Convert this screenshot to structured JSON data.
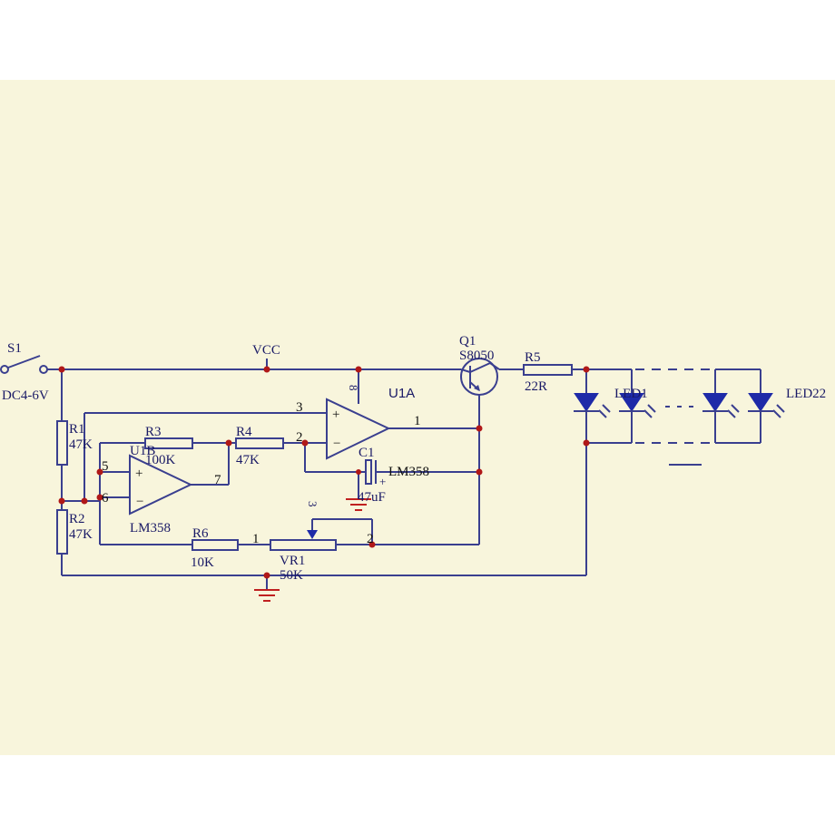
{
  "colors": {
    "background": "#ffffff",
    "panel": "#f8f5dc",
    "wire": "#3a3f8f",
    "junction": "#b01818",
    "ground": "#c02020",
    "led": "#1e2aa8",
    "text": "#1a1a66"
  },
  "labels": {
    "s1": "S1",
    "supply": "DC4-6V",
    "vcc": "VCC",
    "q1": "Q1",
    "q1_part": "S8050",
    "r5": "R5",
    "r5_value": "22R",
    "led1": "LED1",
    "led22": "LED22",
    "u1a": "U1A",
    "u1b": "U1B",
    "r1": "R1",
    "r1_value": "47K",
    "r2": "R2",
    "r2_value": "47K",
    "r3": "R3",
    "r3_value": "100K",
    "r4": "R4",
    "r4_value": "47K",
    "r6": "R6",
    "r6_value": "10K",
    "vr1": "VR1",
    "vr1_value": "50K",
    "c1": "C1",
    "c1_value": "47uF",
    "lm358_a": "LM358",
    "lm358_b": "LM358",
    "pin_1a": "1",
    "pin_2a": "2",
    "pin_3a": "3",
    "pin_8a": "8",
    "pin_5b": "5",
    "pin_6b": "6",
    "pin_7b": "7",
    "vr1_pin1": "1",
    "vr1_pin2": "2",
    "vr1_pin3": "3",
    "plus_a": "+",
    "minus_a": "−",
    "plus_b": "+",
    "minus_b": "−",
    "c1_plus": "+"
  }
}
